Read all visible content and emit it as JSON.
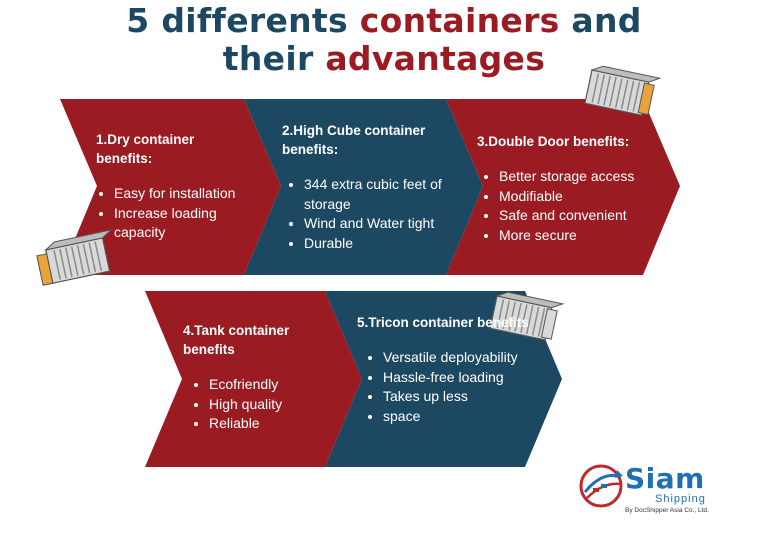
{
  "title": {
    "part1": "5 differents ",
    "part2": "containers",
    "part3": " and",
    "part4": "their ",
    "part5": "advantages"
  },
  "colors": {
    "red": "#9a1b22",
    "blue": "#1d4862",
    "title_dark": "#1d4862"
  },
  "cards": [
    {
      "heading": "1.Dry container benefits:",
      "items": [
        "Easy for installation",
        "Increase loading capacity"
      ]
    },
    {
      "heading": "2.High Cube container benefits:",
      "items": [
        "344 extra cubic feet of storage",
        "Wind and Water tight",
        "Durable"
      ]
    },
    {
      "heading": "3.Double Door benefits:",
      "items": [
        "Better storage access",
        "Modifiable",
        "Safe and convenient",
        "More secure"
      ]
    },
    {
      "heading": "4.Tank container benefits",
      "items": [
        "Ecofriendly",
        "High quality",
        "Reliable"
      ]
    },
    {
      "heading": "5.Tricon container benefits",
      "items": [
        "Versatile deployability",
        "Hassle-free loading",
        "Takes up less",
        " space"
      ]
    }
  ],
  "logo": {
    "word": "Siam",
    "sub": "Shipping",
    "by": "By DocShipper Asia Co., Ltd."
  },
  "icons": [
    "container-icon",
    "siam-shipping-logo-icon"
  ]
}
